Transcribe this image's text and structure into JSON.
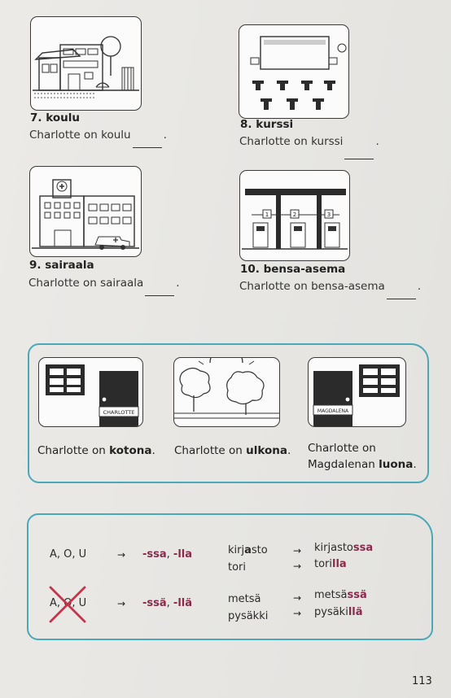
{
  "exercises": [
    {
      "num": "7. koulu",
      "sentence": "Charlotte on koulu",
      "end": "."
    },
    {
      "num": "8. kurssi",
      "sentence": "Charlotte on kurssi",
      "end": "."
    },
    {
      "num": "9. sairaala",
      "sentence": "Charlotte on sairaala",
      "end": "."
    },
    {
      "num": "10. bensa-asema",
      "sentence": "Charlotte on bensa-asema",
      "end": "."
    }
  ],
  "pump_numbers": [
    "1",
    "2",
    "3"
  ],
  "places": {
    "door1": "CHARLOTTE",
    "door2": "MAGDALENA",
    "c1_pre": "Charlotte on ",
    "c1_b": "kotona",
    "c1_post": ".",
    "c2_pre": "Charlotte on ",
    "c2_b": "ulkona",
    "c2_post": ".",
    "c3_line1": "Charlotte on",
    "c3_pre": "Magdalenan ",
    "c3_b": "luona",
    "c3_post": "."
  },
  "grammar": {
    "arrow": "→",
    "row1": {
      "vowels": "A, O, U",
      "end1": "-ssa",
      "sep": ", ",
      "end2": "-lla",
      "w1_a": "kirj",
      "w1_b": "a",
      "w1_c": "sto",
      "r1_a": "kirjasto",
      "r1_b": "ssa",
      "w2": "tori",
      "r2_a": "tori",
      "r2_b": "lla"
    },
    "row2": {
      "vowels": "A, O, U",
      "end1": "-ssä",
      "sep": ", ",
      "end2": "-llä",
      "w1": "metsä",
      "r1_a": "metsä",
      "r1_b": "ssä",
      "w2": "pysäkki",
      "r2_a": "pysäki",
      "r2_b": "llä"
    }
  },
  "colors": {
    "teal": "#4aa9b7",
    "accent": "#8b2a4c",
    "cross": "#c4344a"
  },
  "page_number": "113"
}
